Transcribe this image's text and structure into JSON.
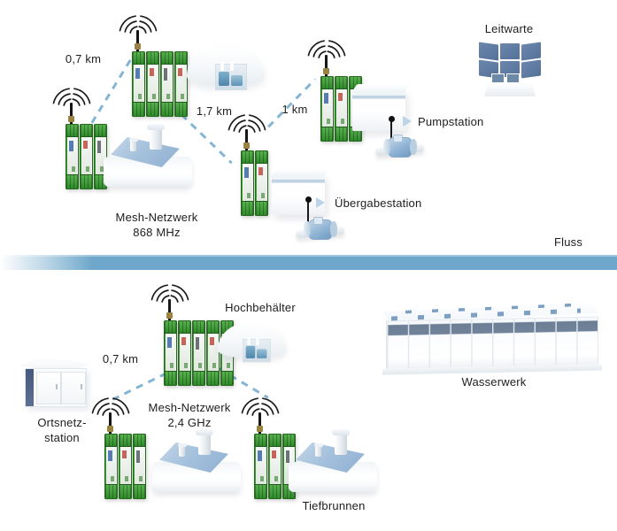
{
  "upper_network": {
    "label_line1": "Mesh-Netzwerk",
    "label_line2": "868 MHz",
    "distance_1": "0,7 km",
    "distance_2": "1,7 km",
    "distance_3": "1 km",
    "control_room_label": "Leitwarte",
    "pump_station_label": "Pumpstation",
    "transfer_station_label": "Übergabestation",
    "river_label": "Fluss"
  },
  "lower_network": {
    "label_line1": "Mesh-Netzwerk",
    "label_line2": "2,4 GHz",
    "distance_1": "0,7 km",
    "elevated_tank_label": "Hochbehälter",
    "local_substation_label_line1": "Ortsnetz-",
    "local_substation_label_line2": "station",
    "waterworks_label": "Wasserwerk",
    "deep_well_label": "Tiefbrunnen"
  },
  "icons": {
    "radio_waves": "broadcast-arcs",
    "antenna": "vertical-antenna-stick",
    "pointer": "right-triangle-marker"
  },
  "colors": {
    "river_blue": "#6ea7cb",
    "link_dash_blue": "#84b5d5",
    "module_green": "#3f9e38",
    "screen_blue": "#5d7ba6"
  }
}
